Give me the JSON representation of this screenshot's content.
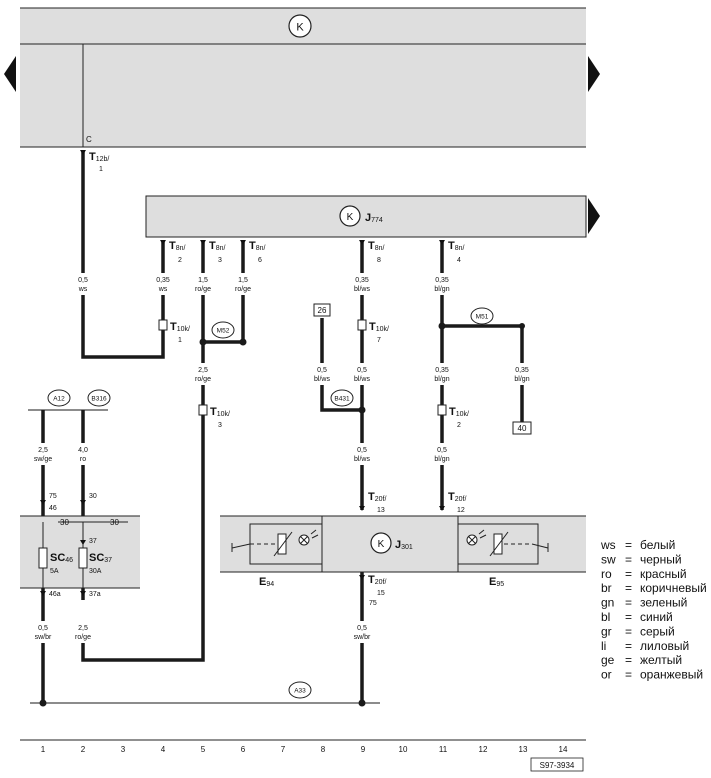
{
  "top_unit": {
    "symbol": "K",
    "pin_c": "C"
  },
  "connectors": {
    "t12b": {
      "main": "T",
      "sub": "12b/",
      "pin": "1"
    },
    "t10k_1": {
      "main": "T",
      "sub": "10k/",
      "pin": "1"
    },
    "t10k_7": {
      "main": "T",
      "sub": "10k/",
      "pin": "7"
    },
    "t10k_3": {
      "main": "T",
      "sub": "10k/",
      "pin": "3"
    },
    "t10k_2": {
      "main": "T",
      "sub": "10k/",
      "pin": "2"
    },
    "t8n_2": {
      "main": "T",
      "sub": "8n/",
      "pin": "2"
    },
    "t8n_3": {
      "main": "T",
      "sub": "8n/",
      "pin": "3"
    },
    "t8n_6": {
      "main": "T",
      "sub": "8n/",
      "pin": "6"
    },
    "t8n_8": {
      "main": "T",
      "sub": "8n/",
      "pin": "8"
    },
    "t8n_4": {
      "main": "T",
      "sub": "8n/",
      "pin": "4"
    },
    "t20f_13": {
      "main": "T",
      "sub": "20f/",
      "pin": "13"
    },
    "t20f_12": {
      "main": "T",
      "sub": "20f/",
      "pin": "12"
    },
    "t20f_15": {
      "main": "T",
      "sub": "20f/",
      "pin": "15"
    }
  },
  "j774": {
    "symbol": "K",
    "main": "J",
    "sub": "774"
  },
  "j301": {
    "symbol": "K",
    "main": "J",
    "sub": "301"
  },
  "wires": {
    "w1": {
      "size": "0,5",
      "color": "ws"
    },
    "w2": {
      "size": "0,35",
      "color": "ws"
    },
    "w3": {
      "size": "1,5",
      "color": "ro/ge"
    },
    "w4": {
      "size": "1,5",
      "color": "ro/ge"
    },
    "w5": {
      "size": "2,5",
      "color": "ro/ge"
    },
    "w6": {
      "size": "0,35",
      "color": "bl/ws"
    },
    "w7": {
      "size": "0,5",
      "color": "bl/ws"
    },
    "w8": {
      "size": "0,5",
      "color": "bl/ws"
    },
    "w9": {
      "size": "0,5",
      "color": "bl/ws"
    },
    "w10": {
      "size": "0,35",
      "color": "bl/gn"
    },
    "w11": {
      "size": "0,35",
      "color": "bl/gn"
    },
    "w12": {
      "size": "0,35",
      "color": "bl/gn"
    },
    "w13": {
      "size": "0,5",
      "color": "bl/gn"
    },
    "w14": {
      "size": "2,5",
      "color": "sw/ge"
    },
    "w15": {
      "size": "4,0",
      "color": "ro"
    },
    "w16": {
      "size": "0,5",
      "color": "sw/br"
    },
    "w17": {
      "size": "2,5",
      "color": "ro/ge"
    },
    "w18": {
      "size": "0,5",
      "color": "sw/br"
    }
  },
  "points": {
    "m52": "M52",
    "m51": "M51",
    "b431": "B431",
    "a12": "A12",
    "b316": "B316",
    "a33": "A33"
  },
  "refs": {
    "r26": "26",
    "r40": "40"
  },
  "fusebox": {
    "sc46": {
      "main": "SC",
      "sub": "46",
      "amp": "5A",
      "in": "46",
      "out": "46a",
      "feed": "75"
    },
    "sc37": {
      "main": "SC",
      "sub": "37",
      "amp": "30A",
      "in": "37",
      "out": "37a",
      "feed": "30"
    },
    "bus_left": "30",
    "bus_right": "30"
  },
  "t20f_15_extra": "75",
  "e94": {
    "main": "E",
    "sub": "94"
  },
  "e95": {
    "main": "E",
    "sub": "95"
  },
  "grid": [
    "1",
    "2",
    "3",
    "4",
    "5",
    "6",
    "7",
    "8",
    "9",
    "10",
    "11",
    "12",
    "13",
    "14"
  ],
  "figure_id": "S97-3934",
  "legend": [
    {
      "code": "ws",
      "eq": "=",
      "name": "белый"
    },
    {
      "code": "sw",
      "eq": "=",
      "name": "черный"
    },
    {
      "code": "ro",
      "eq": "=",
      "name": "красный"
    },
    {
      "code": "br",
      "eq": "=",
      "name": "коричневый"
    },
    {
      "code": "gn",
      "eq": "=",
      "name": "зеленый"
    },
    {
      "code": "bl",
      "eq": "=",
      "name": "синий"
    },
    {
      "code": "gr",
      "eq": "=",
      "name": "серый"
    },
    {
      "code": "li",
      "eq": "=",
      "name": "лиловый"
    },
    {
      "code": "ge",
      "eq": "=",
      "name": "желтый"
    },
    {
      "code": "or",
      "eq": "=",
      "name": "оранжевый"
    }
  ]
}
